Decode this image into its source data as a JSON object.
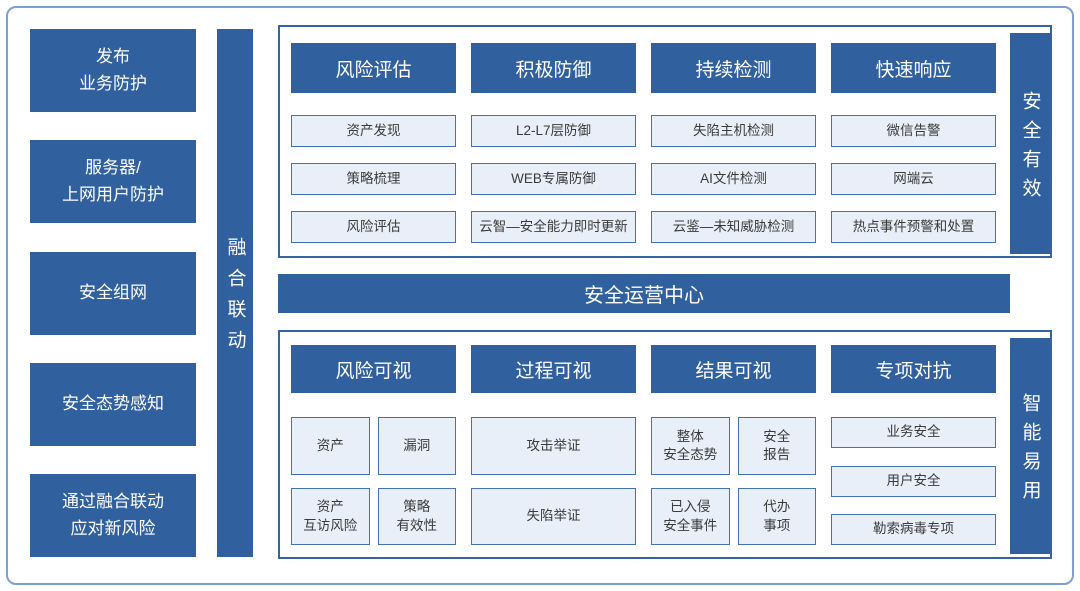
{
  "colors": {
    "primary_blue": "#30609e",
    "panel_border": "#35649e",
    "item_bg": "#e9eff8",
    "item_border": "#4472ae",
    "item_text": "#3a3a3a",
    "frame_border": "#7da0d0"
  },
  "left_column": {
    "items": [
      "发布\n业务防护",
      "服务器/\n上网用户防护",
      "安全组网",
      "安全态势感知",
      "通过融合联动\n应对新风险"
    ]
  },
  "fusion_bar": {
    "label": "融合联动"
  },
  "top_panel": {
    "side_label": "安全有效",
    "columns": [
      {
        "header": "风险评估",
        "items": [
          "资产发现",
          "策略梳理",
          "风险评估"
        ]
      },
      {
        "header": "积极防御",
        "items": [
          "L2-L7层防御",
          "WEB专属防御",
          "云智—安全能力即时更新"
        ]
      },
      {
        "header": "持续检测",
        "items": [
          "失陷主机检测",
          "AI文件检测",
          "云鉴—未知威胁检测"
        ]
      },
      {
        "header": "快速响应",
        "items": [
          "微信告警",
          "网端云",
          "热点事件预警和处置"
        ]
      }
    ]
  },
  "soc_bar": {
    "label": "安全运营中心"
  },
  "bottom_panel": {
    "side_label": "智能易用",
    "columns": [
      {
        "header": "风险可视",
        "rows": [
          [
            "资产",
            "漏洞"
          ],
          [
            "资产\n互访风险",
            "策略\n有效性"
          ]
        ]
      },
      {
        "header": "过程可视",
        "rows": [
          [
            "攻击举证"
          ],
          [
            "失陷举证"
          ]
        ]
      },
      {
        "header": "结果可视",
        "rows": [
          [
            "整体\n安全态势",
            "安全\n报告"
          ],
          [
            "已入侵\n安全事件",
            "代办\n事项"
          ]
        ]
      },
      {
        "header": "专项对抗",
        "rows": [
          [
            "业务安全"
          ],
          [
            "用户安全"
          ],
          [
            "勒索病毒专项"
          ]
        ]
      }
    ]
  }
}
